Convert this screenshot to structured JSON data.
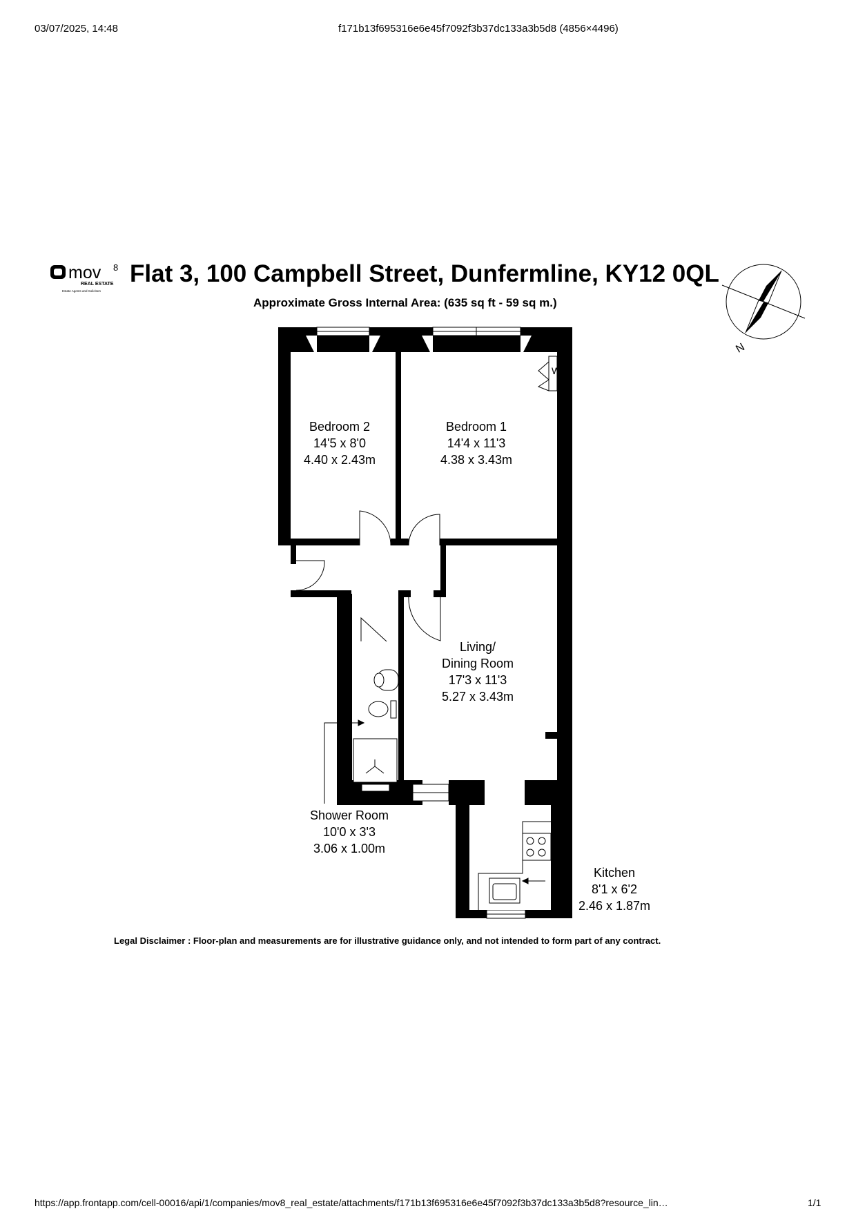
{
  "browser": {
    "timestamp": "03/07/2025, 14:48",
    "doc_title": "f171b13f695316e6e45f7092f3b37dc133a3b5d8 (4856×4496)",
    "url": "https://app.frontapp.com/cell-00016/api/1/companies/mov8_real_estate/attachments/f171b13f695316e6e45f7092f3b37dc133a3b5d8?resource_lin…",
    "page_count": "1/1"
  },
  "logo": {
    "brand": "mov",
    "superscript": "8",
    "line1": "REAL ESTATE",
    "line2": "Estate Agents and Solicitors"
  },
  "floorplan": {
    "title": "Flat 3, 100 Campbell Street, Dunfermline, KY12 0QL",
    "subtitle": "Approximate Gross Internal Area: (635 sq ft - 59 sq m.)",
    "compass_label": "N",
    "wardrobe_label": "W",
    "rooms": [
      {
        "id": "bedroom-2",
        "name": "Bedroom 2",
        "imperial": "14'5 x 8'0",
        "metric": "4.40 x 2.43m"
      },
      {
        "id": "bedroom-1",
        "name": "Bedroom 1",
        "imperial": "14'4 x 11'3",
        "metric": "4.38 x 3.43m"
      },
      {
        "id": "living",
        "name_line1": "Living/",
        "name_line2": "Dining Room",
        "imperial": "17'3 x 11'3",
        "metric": "5.27 x 3.43m"
      },
      {
        "id": "shower",
        "name": "Shower Room",
        "imperial": "10'0 x 3'3",
        "metric": "3.06 x 1.00m"
      },
      {
        "id": "kitchen",
        "name": "Kitchen",
        "imperial": "8'1 x 6'2",
        "metric": "2.46 x 1.87m"
      }
    ],
    "disclaimer": "Legal Disclaimer : Floor-plan and measurements are for illustrative guidance only, and not intended to form part of any contract."
  },
  "colors": {
    "wall": "#000000",
    "background": "#ffffff",
    "window_glass": "#ffffff"
  }
}
